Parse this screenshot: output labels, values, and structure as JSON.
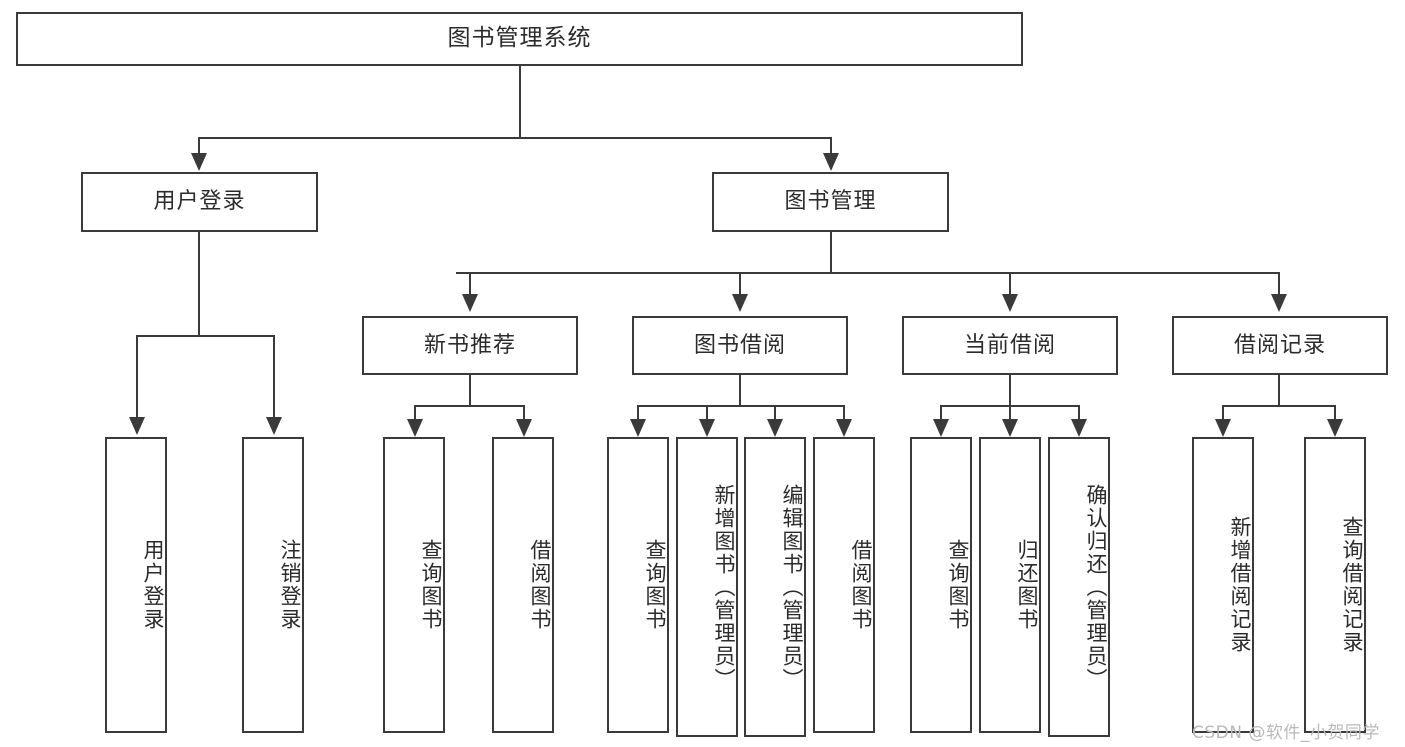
{
  "diagram": {
    "title": "图书管理系统",
    "type": "hierarchy-tree",
    "levels": 4,
    "root": {
      "label": "图书管理系统"
    },
    "level2": [
      {
        "label": "用户登录"
      },
      {
        "label": "图书管理"
      }
    ],
    "level3": [
      {
        "label": "新书推荐"
      },
      {
        "label": "图书借阅"
      },
      {
        "label": "当前借阅"
      },
      {
        "label": "借阅记录"
      }
    ],
    "leaves": {
      "user_login": [
        {
          "label": "用户登录"
        },
        {
          "label": "注销登录"
        }
      ],
      "new_book_recommend": [
        {
          "label": "查询图书"
        },
        {
          "label": "借阅图书"
        }
      ],
      "book_borrow": [
        {
          "label": "查询图书"
        },
        {
          "label": "新增图书（管理员）"
        },
        {
          "label": "编辑图书（管理员）"
        },
        {
          "label": "借阅图书"
        }
      ],
      "current_borrow": [
        {
          "label": "查询图书"
        },
        {
          "label": "归还图书"
        },
        {
          "label": "确认归还（管理员）"
        }
      ],
      "borrow_record": [
        {
          "label": "新增借阅记录"
        },
        {
          "label": "查询借阅记录"
        }
      ]
    }
  },
  "watermark": {
    "text": "CSDN @软件_小贺同学"
  },
  "colors": {
    "stroke": "#3a3a3a",
    "text": "#2b2b2b",
    "background": "#ffffff",
    "watermark": "#b9b9b9"
  }
}
